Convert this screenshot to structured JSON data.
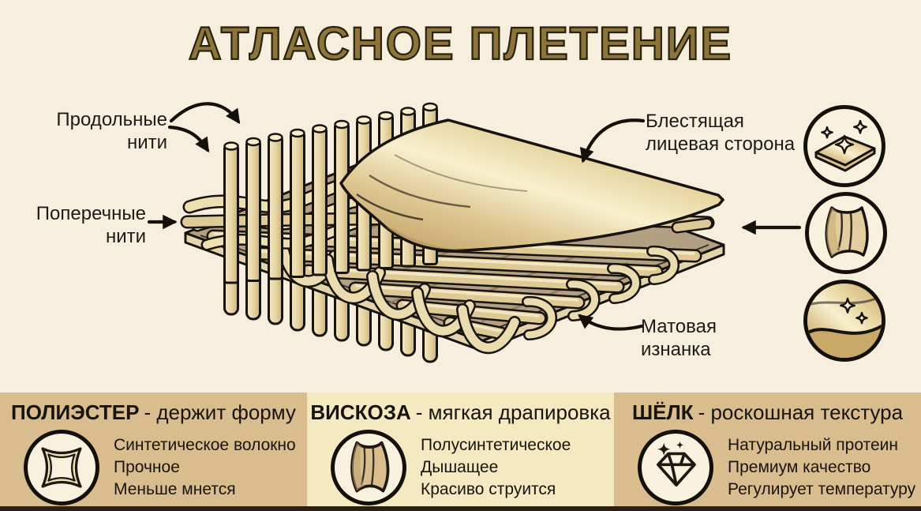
{
  "title": "АТЛАСНОЕ ПЛЕТЕНИЕ",
  "diagram": {
    "warp_label": {
      "line1": "Продольные",
      "line2": "нити"
    },
    "weft_label": {
      "line1": "Поперечные",
      "line2": "нити"
    },
    "face_label": {
      "line1": "Блестящая",
      "line2": "лицевая сторона"
    },
    "back_label": {
      "line1": "Матовая",
      "line2": "изнанка"
    },
    "side_icons": [
      {
        "name": "shiny-surface-icon"
      },
      {
        "name": "fabric-drape-icon"
      },
      {
        "name": "satin-fold-sparkle-icon"
      }
    ]
  },
  "materials": [
    {
      "name": "ПОЛИЭСТЕР",
      "tagline": "- держит форму",
      "icon": "cushion-weave-icon",
      "features": [
        "Синтетическое волокно",
        "Прочное",
        "Меньше мнется"
      ]
    },
    {
      "name": "ВИСКОЗА",
      "tagline": "- мягкая драпировка",
      "icon": "drape-icon",
      "features": [
        "Полусинтетическое",
        "Дышащее",
        "Красиво струится"
      ]
    },
    {
      "name": "ШЁЛК",
      "tagline": "- роскошная текстура",
      "icon": "diamond-sparkle-icon",
      "features": [
        "Натуральный протеин",
        "Премиум качество",
        "Регулирует температуру"
      ]
    }
  ],
  "colors": {
    "background": "#f6efde",
    "title": "#8d7539",
    "title_outline": "#29210e",
    "text": "#1d1b17",
    "panel_tan": "#d9bd8e",
    "panel_cream": "#f4e9c1",
    "footer_strip": "#2a2015",
    "gold_light": "#f3e8c4",
    "gold": "#e0cb97",
    "gold_deep": "#c9ab70",
    "plate": "#b3a083"
  }
}
